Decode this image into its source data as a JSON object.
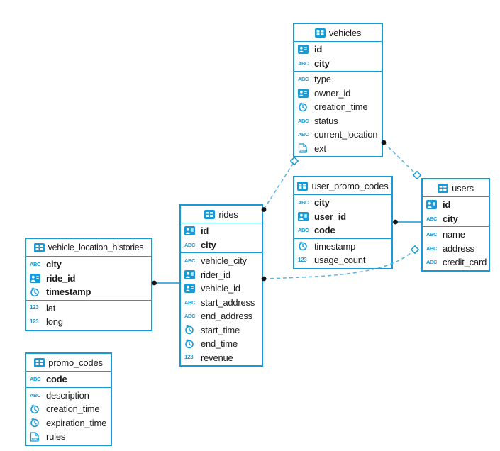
{
  "colors": {
    "accent": "#189ad6",
    "dashed_line": "#5ab4e0",
    "solid_line": "#189ad6",
    "connector_dot": "#141414",
    "table_background": "#ffffff",
    "text": "#1c1c1e"
  },
  "tables": [
    {
      "name": "vehicles",
      "primary_columns": [
        {
          "icon": "id",
          "name": "id"
        },
        {
          "icon": "abc",
          "name": "city"
        }
      ],
      "columns": [
        {
          "icon": "abc",
          "name": "type"
        },
        {
          "icon": "id",
          "name": "owner_id"
        },
        {
          "icon": "clock",
          "name": "creation_time"
        },
        {
          "icon": "abc",
          "name": "status"
        },
        {
          "icon": "abc",
          "name": "current_location"
        },
        {
          "icon": "json",
          "name": "ext"
        }
      ]
    },
    {
      "name": "user_promo_codes",
      "primary_columns": [
        {
          "icon": "abc",
          "name": "city"
        },
        {
          "icon": "id",
          "name": "user_id"
        },
        {
          "icon": "abc",
          "name": "code"
        }
      ],
      "columns": [
        {
          "icon": "clock",
          "name": "timestamp"
        },
        {
          "icon": "num",
          "name": "usage_count"
        }
      ]
    },
    {
      "name": "users",
      "primary_columns": [
        {
          "icon": "id",
          "name": "id"
        },
        {
          "icon": "abc",
          "name": "city"
        }
      ],
      "columns": [
        {
          "icon": "abc",
          "name": "name"
        },
        {
          "icon": "abc",
          "name": "address"
        },
        {
          "icon": "abc",
          "name": "credit_card"
        }
      ]
    },
    {
      "name": "rides",
      "primary_columns": [
        {
          "icon": "id",
          "name": "id"
        },
        {
          "icon": "abc",
          "name": "city"
        }
      ],
      "columns": [
        {
          "icon": "abc",
          "name": "vehicle_city"
        },
        {
          "icon": "id",
          "name": "rider_id"
        },
        {
          "icon": "id",
          "name": "vehicle_id"
        },
        {
          "icon": "abc",
          "name": "start_address"
        },
        {
          "icon": "abc",
          "name": "end_address"
        },
        {
          "icon": "clock",
          "name": "start_time"
        },
        {
          "icon": "clock",
          "name": "end_time"
        },
        {
          "icon": "num",
          "name": "revenue"
        }
      ]
    },
    {
      "name": "vehicle_location_histories",
      "primary_columns": [
        {
          "icon": "abc",
          "name": "city"
        },
        {
          "icon": "id",
          "name": "ride_id"
        },
        {
          "icon": "clock",
          "name": "timestamp"
        }
      ],
      "columns": [
        {
          "icon": "num",
          "name": "lat"
        },
        {
          "icon": "num",
          "name": "long"
        }
      ]
    },
    {
      "name": "promo_codes",
      "primary_columns": [
        {
          "icon": "abc",
          "name": "code"
        }
      ],
      "columns": [
        {
          "icon": "abc",
          "name": "description"
        },
        {
          "icon": "clock",
          "name": "creation_time"
        },
        {
          "icon": "clock",
          "name": "expiration_time"
        },
        {
          "icon": "json",
          "name": "rules"
        }
      ]
    }
  ],
  "relationships": [
    {
      "from": "vehicle_location_histories",
      "to": "rides",
      "line": "solid"
    },
    {
      "from": "user_promo_codes",
      "to": "users",
      "line": "solid"
    },
    {
      "from": "rides",
      "to": "vehicles",
      "line": "dashed"
    },
    {
      "from": "vehicles",
      "to": "users",
      "line": "dashed"
    },
    {
      "from": "rides",
      "to": "users",
      "line": "dashed"
    }
  ]
}
